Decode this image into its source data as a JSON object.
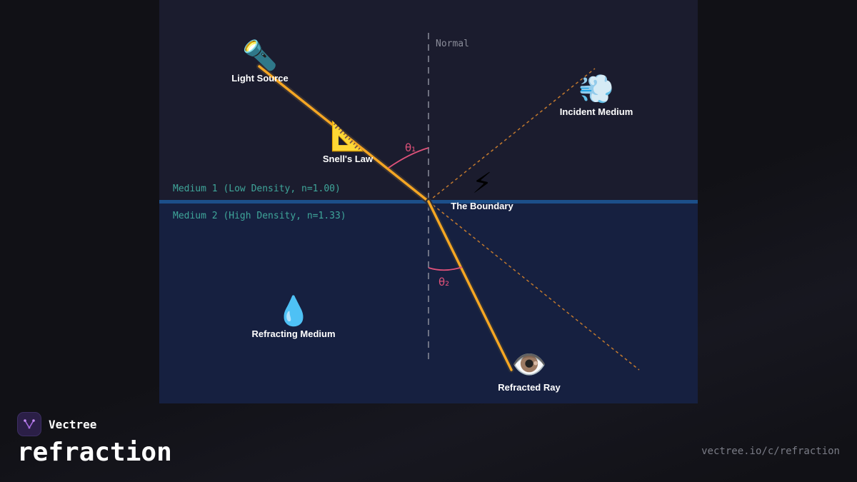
{
  "brand": {
    "name": "Vectree"
  },
  "title": "refraction",
  "url": "vectree.io/c/refraction",
  "diagram": {
    "normal_label": "Normal",
    "medium1_label": "Medium 1 (Low Density, n=1.00)",
    "medium2_label": "Medium 2 (High Density, n=1.33)",
    "theta1": "θ₁",
    "theta2": "θ₂",
    "nodes": {
      "light_source": {
        "icon": "🔦",
        "label": "Light Source"
      },
      "snells_law": {
        "icon": "📐",
        "label": "Snell's Law"
      },
      "incident_medium": {
        "icon": "💨",
        "label": "Incident Medium"
      },
      "boundary": {
        "icon": "⚡",
        "label": "The Boundary"
      },
      "refracting_medium": {
        "icon": "💧",
        "label": "Refracting Medium"
      },
      "refracted_ray": {
        "icon": "👁️",
        "label": "Refracted Ray"
      }
    },
    "colors": {
      "ray": "#f5a623",
      "angle": "#e0527a",
      "boundary": "#1c4f8a",
      "normal": "#8a8c99",
      "medium_text": "#3fa69a"
    }
  }
}
